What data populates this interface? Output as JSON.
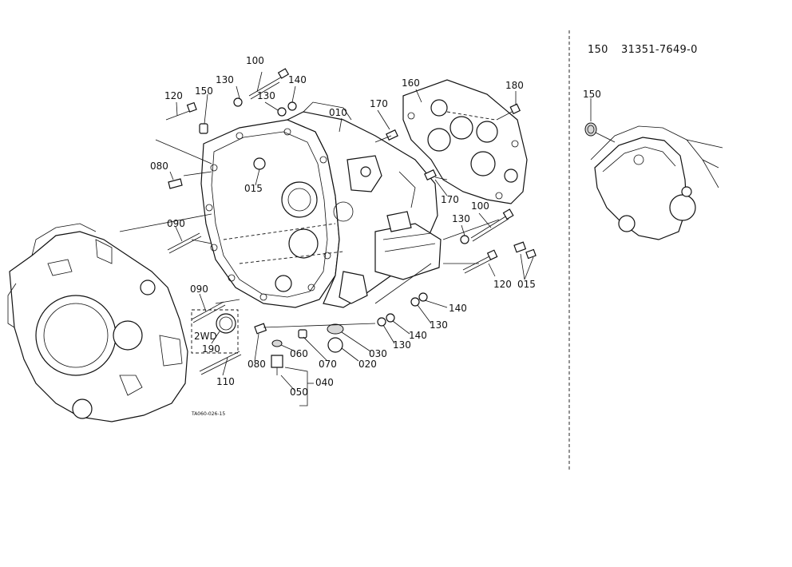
{
  "diagram": {
    "header": {
      "ref": "150",
      "part_no": "31351-7649-0"
    },
    "drawing_code": "TA060-026-15",
    "zone_label": "2WD",
    "callouts": {
      "c100a": "100",
      "c130a": "130",
      "c140a": "140",
      "c130b": "130",
      "c120a": "120",
      "c150a": "150",
      "c080a": "080",
      "c015a": "015",
      "c010": "010",
      "c170a": "170",
      "c160": "160",
      "c180": "180",
      "c170b": "170",
      "c130c": "130",
      "c100b": "100",
      "c120b": "120",
      "c015b": "015",
      "c090a": "090",
      "c090b": "090",
      "c140b": "140",
      "c130d": "130",
      "c140c": "140",
      "c130e": "130",
      "c030": "030",
      "c020": "020",
      "c070": "070",
      "c060": "060",
      "c080b": "080",
      "c190": "190",
      "c110": "110",
      "c050": "050",
      "c040": "040",
      "c150b": "150"
    }
  }
}
